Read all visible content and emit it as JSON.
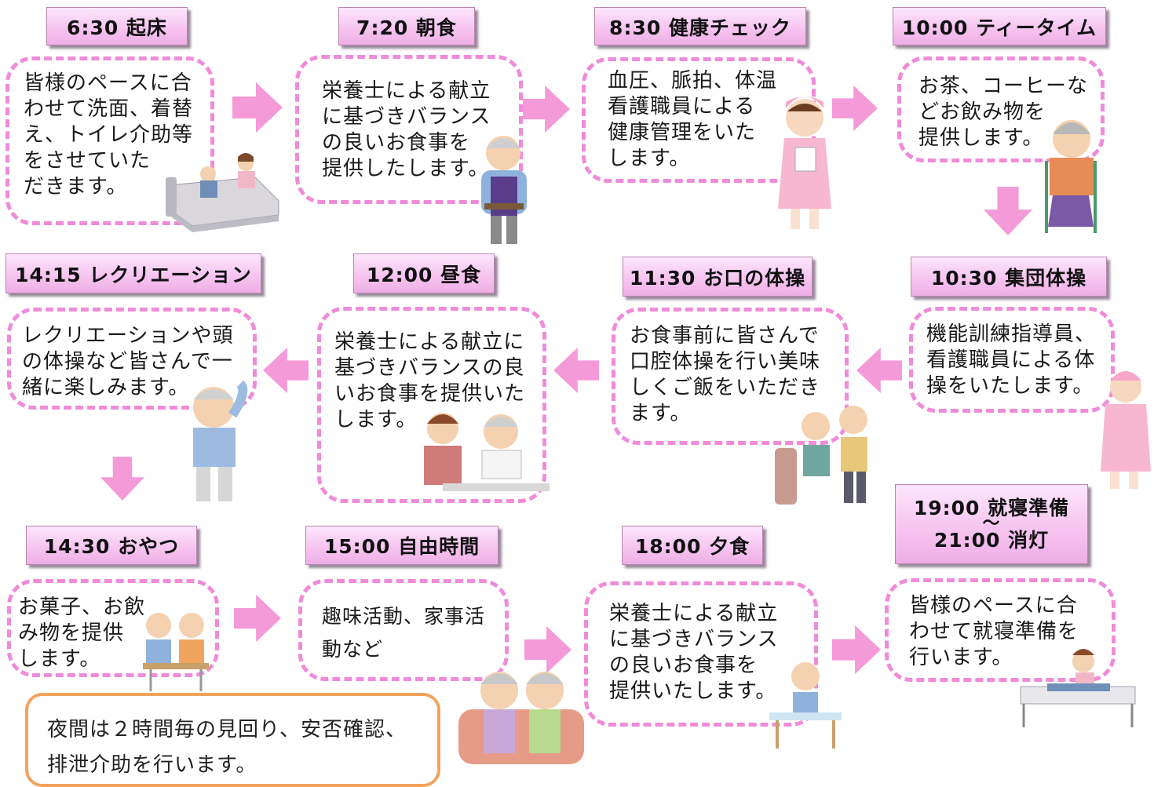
{
  "schedule": [
    {
      "time_title": "6:30 起床",
      "description": "皆様のペースに合\nわせて洗面、着替\nえ、トイレ介助等\nをさせていた\nだきます。"
    },
    {
      "time_title": "7:20 朝食",
      "description": "栄養士による献立\nに基づきバランス\nの良いお食事を\n提供したします。"
    },
    {
      "time_title": "8:30 健康チェック",
      "description": "血圧、脈拍、体温\n看護職員による\n健康管理をいた\nします。"
    },
    {
      "time_title": "10:00 ティータイム",
      "description": "お茶、コーヒーな\nどお飲み物を\n提供します。"
    },
    {
      "time_title": "10:30 集団体操",
      "description": "機能訓練指導員、\n看護職員による体\n操をいたします。"
    },
    {
      "time_title": "11:30 お口の体操",
      "description": "お食事前に皆さんで\n口腔体操を行い美味\nしくご飯をいただき\nます。"
    },
    {
      "time_title": "12:00 昼食",
      "description": "栄養士による献立に\n基づきバランスの良\nいお食事を提供いた\nします。"
    },
    {
      "time_title": "14:15 レクリエーション",
      "description": "レクリエーションや頭\nの体操など皆さんで一\n緒に楽しみます。"
    },
    {
      "time_title": "14:30 おやつ",
      "description": "お菓子、お飲\nみ物を提供\nします。"
    },
    {
      "time_title": "15:00 自由時間",
      "description": "趣味活動、家事活\n動など"
    },
    {
      "time_title": "18:00 夕食",
      "description": "栄養士による献立\nに基づきバランス\nの良いお食事を\n提供いたします。"
    },
    {
      "time_title_line1": "19:00 就寝準備",
      "time_title_sep": "～",
      "time_title_line2": "21:00 消灯",
      "description": "皆様のペースに合\nわせて就寝準備を\n行います。"
    }
  ],
  "night_note": "夜間は２時間毎の見回り、安否確認、\n排泄介助を行います。",
  "colors": {
    "title_fill": "#f6c2ef",
    "box_border": "#f08bd9",
    "arrow": "#f59ad9",
    "note_border": "#f3a25c"
  }
}
